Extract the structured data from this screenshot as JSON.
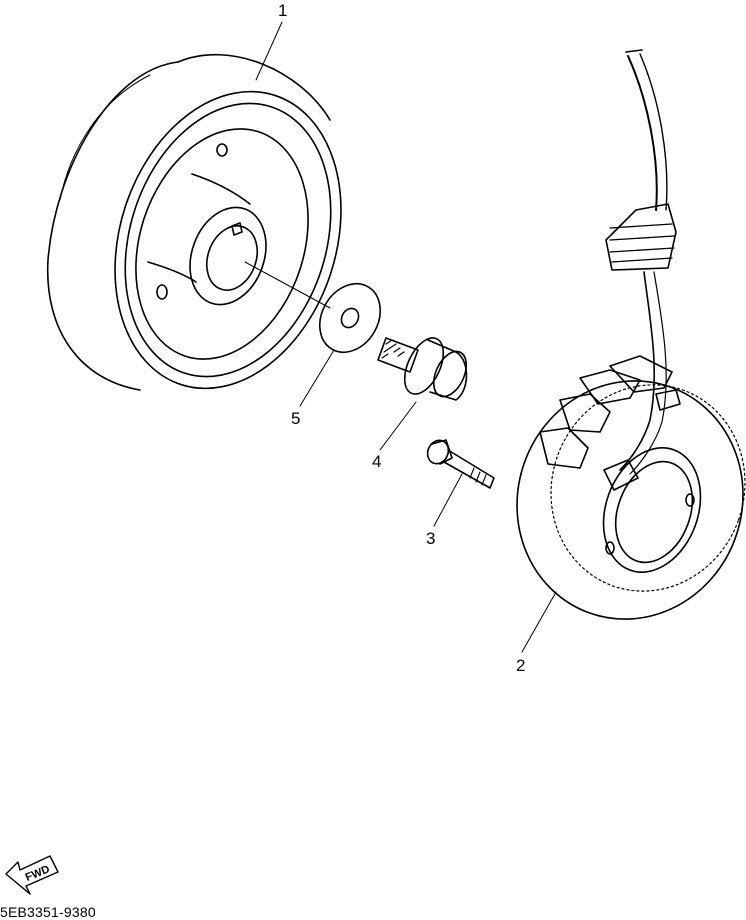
{
  "diagram": {
    "callouts": {
      "part_1": "1",
      "part_2": "2",
      "part_3": "3",
      "part_4": "4",
      "part_5": "5"
    },
    "fwd_label": "FWD",
    "doc_code": "5EB3351-9380"
  },
  "colors": {
    "ink": "#000000",
    "paper": "#ffffff"
  },
  "icons": {
    "fwd_arrow": "fwd-arrow-icon"
  }
}
